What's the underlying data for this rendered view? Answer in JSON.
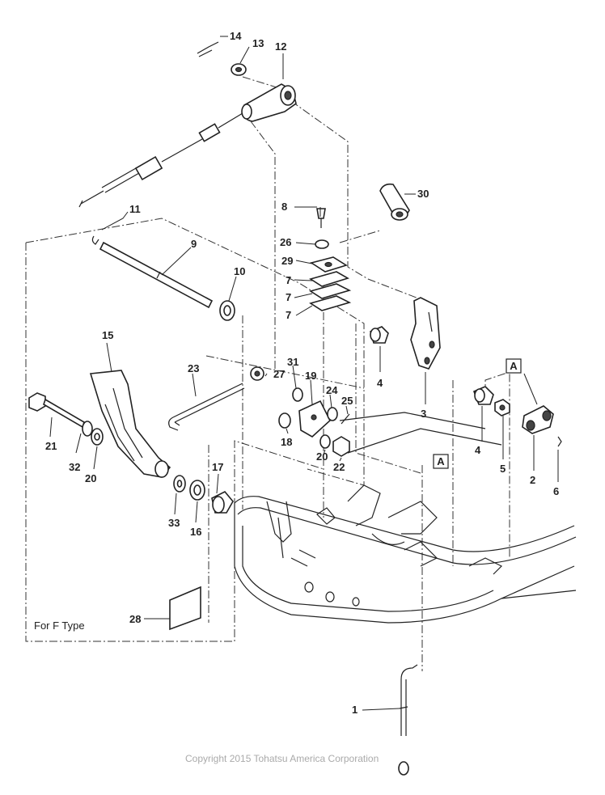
{
  "part_labels": {
    "p1": "1",
    "p2": "2",
    "p3": "3",
    "p4a": "4",
    "p4b": "4",
    "p5": "5",
    "p6": "6",
    "p7a": "7",
    "p7b": "7",
    "p7c": "7",
    "p8": "8",
    "p9": "9",
    "p10": "10",
    "p11": "11",
    "p12": "12",
    "p13": "13",
    "p14": "14",
    "p15": "15",
    "p16": "16",
    "p17": "17",
    "p18": "18",
    "p19": "19",
    "p20a": "20",
    "p20b": "20",
    "p21": "21",
    "p22": "22",
    "p23": "23",
    "p24": "24",
    "p25": "25",
    "p26": "26",
    "p27": "27",
    "p28": "28",
    "p29": "29",
    "p30": "30",
    "p31": "31",
    "p32": "32",
    "p33": "33"
  },
  "ref_marks": {
    "a1": "A",
    "a2": "A"
  },
  "note": "For F Type",
  "copyright": "Copyright 2015 Tohatsu America Corporation"
}
